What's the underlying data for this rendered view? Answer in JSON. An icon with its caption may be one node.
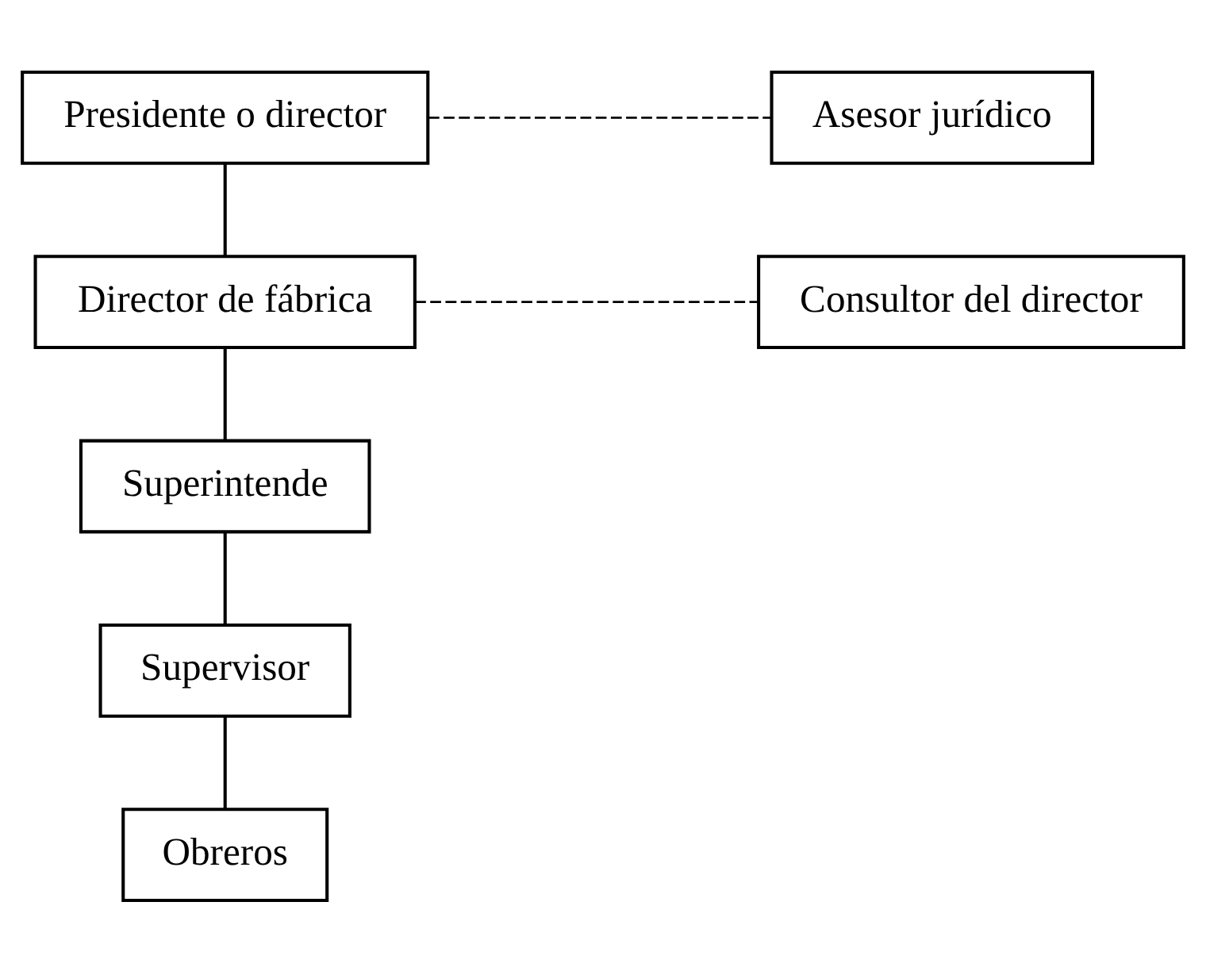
{
  "diagram": {
    "nodes": [
      {
        "text": [
          "Presidente o director"
        ]
      },
      {
        "text": [
          "Asesor jurídico"
        ]
      },
      {
        "text": [
          "Director de fábrica"
        ]
      },
      {
        "text": [
          "Consultor del director"
        ]
      },
      {
        "text": [
          "Superintende"
        ]
      },
      {
        "text": [
          "Supervisor"
        ]
      },
      {
        "text": [
          "Obreros"
        ]
      }
    ],
    "edges": [
      {
        "from": 0,
        "to": 1,
        "arrow": "none",
        "style": "dashed"
      },
      {
        "from": 0,
        "to": 2,
        "arrow": "none"
      },
      {
        "from": 2,
        "to": 3,
        "arrow": "none",
        "style": "dashed"
      },
      {
        "from": 2,
        "to": 4,
        "arrow": "none"
      },
      {
        "from": 4,
        "to": 5,
        "arrow": "none"
      },
      {
        "from": 5,
        "to": 6,
        "arrow": "none"
      }
    ]
  }
}
